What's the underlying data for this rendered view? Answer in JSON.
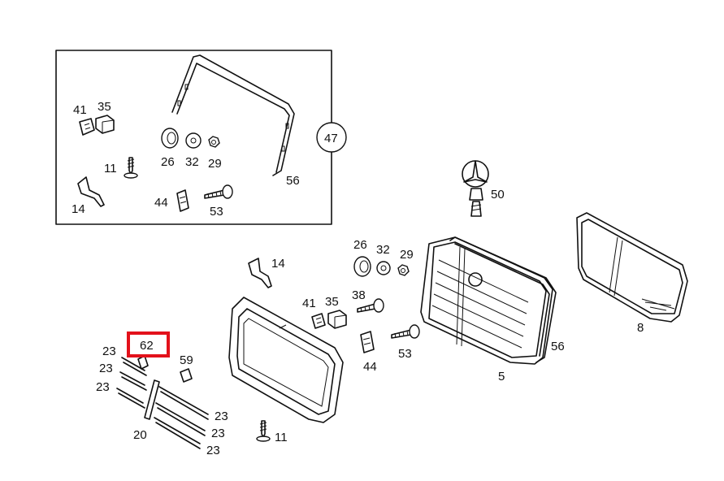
{
  "diagram": {
    "callouts": {
      "inset_41": "41",
      "inset_35": "35",
      "inset_11": "11",
      "inset_14": "14",
      "inset_26": "26",
      "inset_32": "32",
      "inset_29": "29",
      "inset_44": "44",
      "inset_53": "53",
      "inset_56": "56",
      "inset_47": "47",
      "c50": "50",
      "c14": "14",
      "c26": "26",
      "c32": "32",
      "c29": "29",
      "c41": "41",
      "c35": "35",
      "c38": "38",
      "c44": "44",
      "c53": "53",
      "c5": "5",
      "c56": "56",
      "c8": "8",
      "c62": "62",
      "c59": "59",
      "c23a": "23",
      "c23b": "23",
      "c23c": "23",
      "c23d": "23",
      "c23e": "23",
      "c23f": "23",
      "c20": "20",
      "c11": "11"
    },
    "highlighted_part": "62",
    "highlight_color": "#e3111b"
  }
}
